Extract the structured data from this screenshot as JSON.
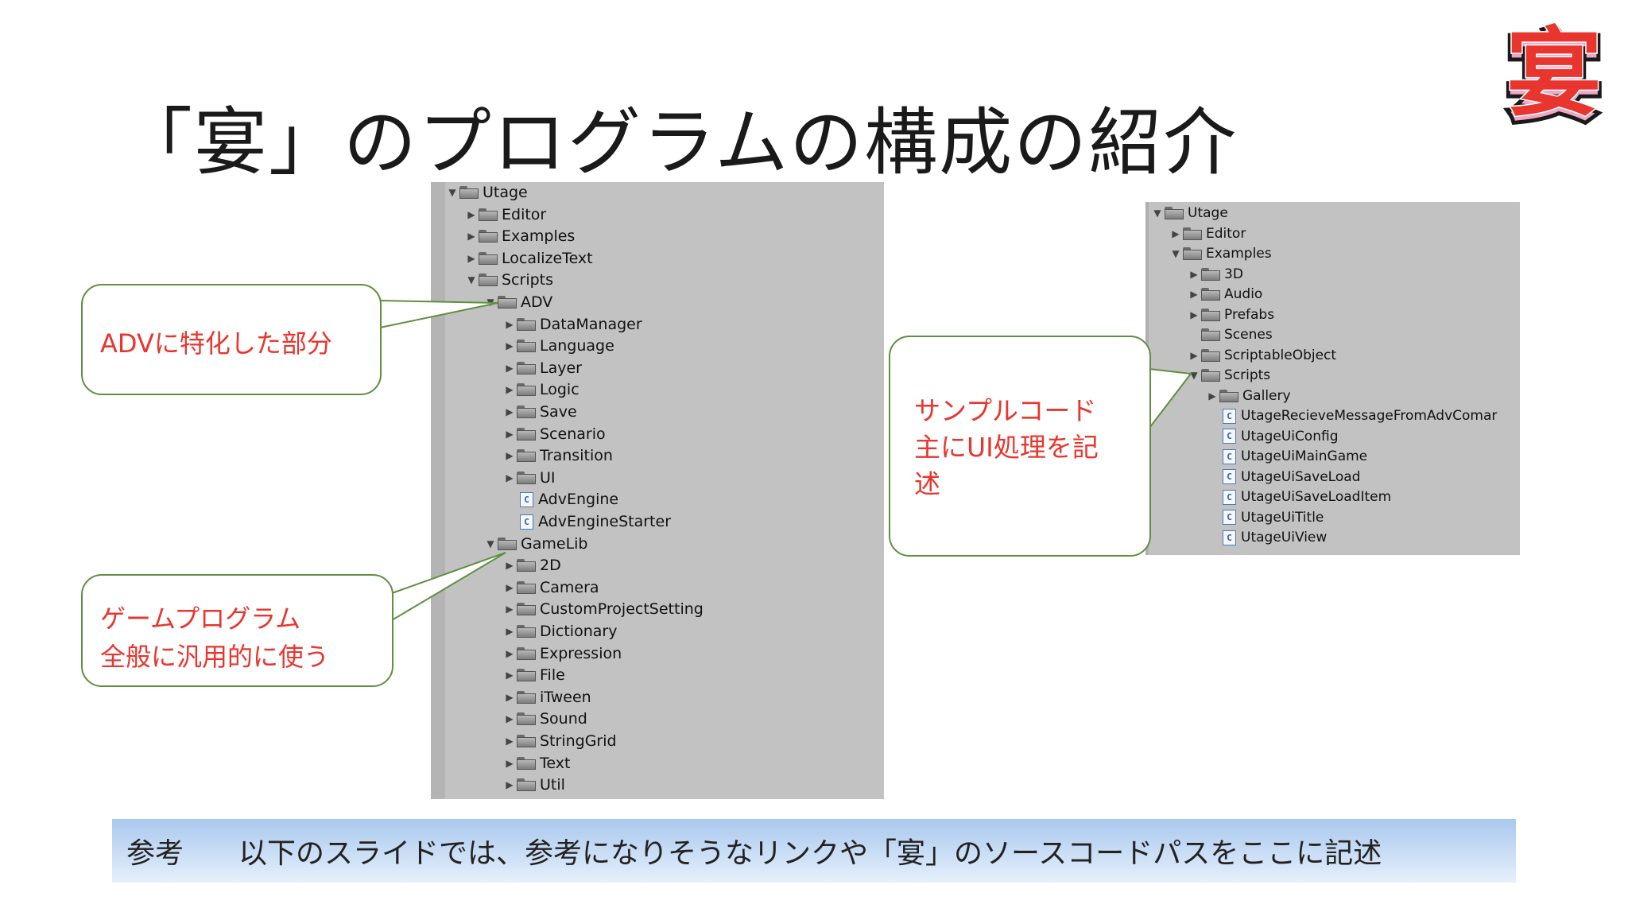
{
  "title": "「宴」のプログラムの構成の紹介",
  "logo": {
    "text": "宴",
    "fill_color": "#e8352e",
    "outline_color": "#1a1a1a",
    "accent_color": "#f0a7c6"
  },
  "left_tree": [
    {
      "label": "Utage",
      "depth": 0,
      "type": "folder",
      "expanded": true
    },
    {
      "label": "Editor",
      "depth": 1,
      "type": "folder",
      "expanded": false
    },
    {
      "label": "Examples",
      "depth": 1,
      "type": "folder",
      "expanded": false
    },
    {
      "label": "LocalizeText",
      "depth": 1,
      "type": "folder",
      "expanded": false
    },
    {
      "label": "Scripts",
      "depth": 1,
      "type": "folder",
      "expanded": true
    },
    {
      "label": "ADV",
      "depth": 2,
      "type": "folder",
      "expanded": true
    },
    {
      "label": "DataManager",
      "depth": 3,
      "type": "folder",
      "expanded": false
    },
    {
      "label": "Language",
      "depth": 3,
      "type": "folder",
      "expanded": false
    },
    {
      "label": "Layer",
      "depth": 3,
      "type": "folder",
      "expanded": false
    },
    {
      "label": "Logic",
      "depth": 3,
      "type": "folder",
      "expanded": false
    },
    {
      "label": "Save",
      "depth": 3,
      "type": "folder",
      "expanded": false
    },
    {
      "label": "Scenario",
      "depth": 3,
      "type": "folder",
      "expanded": false
    },
    {
      "label": "Transition",
      "depth": 3,
      "type": "folder",
      "expanded": false
    },
    {
      "label": "UI",
      "depth": 3,
      "type": "folder",
      "expanded": false
    },
    {
      "label": "AdvEngine",
      "depth": 3,
      "type": "script"
    },
    {
      "label": "AdvEngineStarter",
      "depth": 3,
      "type": "script"
    },
    {
      "label": "GameLib",
      "depth": 2,
      "type": "folder",
      "expanded": true
    },
    {
      "label": "2D",
      "depth": 3,
      "type": "folder",
      "expanded": false
    },
    {
      "label": "Camera",
      "depth": 3,
      "type": "folder",
      "expanded": false
    },
    {
      "label": "CustomProjectSetting",
      "depth": 3,
      "type": "folder",
      "expanded": false
    },
    {
      "label": "Dictionary",
      "depth": 3,
      "type": "folder",
      "expanded": false
    },
    {
      "label": "Expression",
      "depth": 3,
      "type": "folder",
      "expanded": false
    },
    {
      "label": "File",
      "depth": 3,
      "type": "folder",
      "expanded": false
    },
    {
      "label": "iTween",
      "depth": 3,
      "type": "folder",
      "expanded": false
    },
    {
      "label": "Sound",
      "depth": 3,
      "type": "folder",
      "expanded": false
    },
    {
      "label": "StringGrid",
      "depth": 3,
      "type": "folder",
      "expanded": false
    },
    {
      "label": "Text",
      "depth": 3,
      "type": "folder",
      "expanded": false
    },
    {
      "label": "Util",
      "depth": 3,
      "type": "folder",
      "expanded": false
    }
  ],
  "right_tree": [
    {
      "label": "Utage",
      "depth": 0,
      "type": "folder",
      "expanded": true
    },
    {
      "label": "Editor",
      "depth": 1,
      "type": "folder",
      "expanded": false
    },
    {
      "label": "Examples",
      "depth": 1,
      "type": "folder",
      "expanded": true
    },
    {
      "label": "3D",
      "depth": 2,
      "type": "folder",
      "expanded": false
    },
    {
      "label": "Audio",
      "depth": 2,
      "type": "folder",
      "expanded": false
    },
    {
      "label": "Prefabs",
      "depth": 2,
      "type": "folder",
      "expanded": false
    },
    {
      "label": "Scenes",
      "depth": 2,
      "type": "folder",
      "leaf": true
    },
    {
      "label": "ScriptableObject",
      "depth": 2,
      "type": "folder",
      "expanded": false
    },
    {
      "label": "Scripts",
      "depth": 2,
      "type": "folder",
      "expanded": true
    },
    {
      "label": "Gallery",
      "depth": 3,
      "type": "folder",
      "expanded": false
    },
    {
      "label": "UtageRecieveMessageFromAdvComar",
      "depth": 3,
      "type": "script"
    },
    {
      "label": "UtageUiConfig",
      "depth": 3,
      "type": "script"
    },
    {
      "label": "UtageUiMainGame",
      "depth": 3,
      "type": "script"
    },
    {
      "label": "UtageUiSaveLoad",
      "depth": 3,
      "type": "script"
    },
    {
      "label": "UtageUiSaveLoadItem",
      "depth": 3,
      "type": "script"
    },
    {
      "label": "UtageUiTitle",
      "depth": 3,
      "type": "script"
    },
    {
      "label": "UtageUiView",
      "depth": 3,
      "type": "script"
    }
  ],
  "callouts": {
    "adv": "ADVに特化した部分",
    "gamelib": [
      "ゲームプログラム",
      "全般に汎用的に使う"
    ],
    "sample": [
      "サンプルコード",
      "主にUI処理を記",
      "述"
    ]
  },
  "reference": {
    "label": "参考",
    "text": "以下のスライドでは、参考になりそうなリンクや「宴」のソースコードパスをここに記述"
  },
  "colors": {
    "callout_text": "#e8352e",
    "callout_border": "#5f8f3f",
    "panel_bg": "#c2c2c2",
    "reference_bar_top": "#a9c8ee",
    "reference_bar_bottom": "#e6f0fb"
  }
}
